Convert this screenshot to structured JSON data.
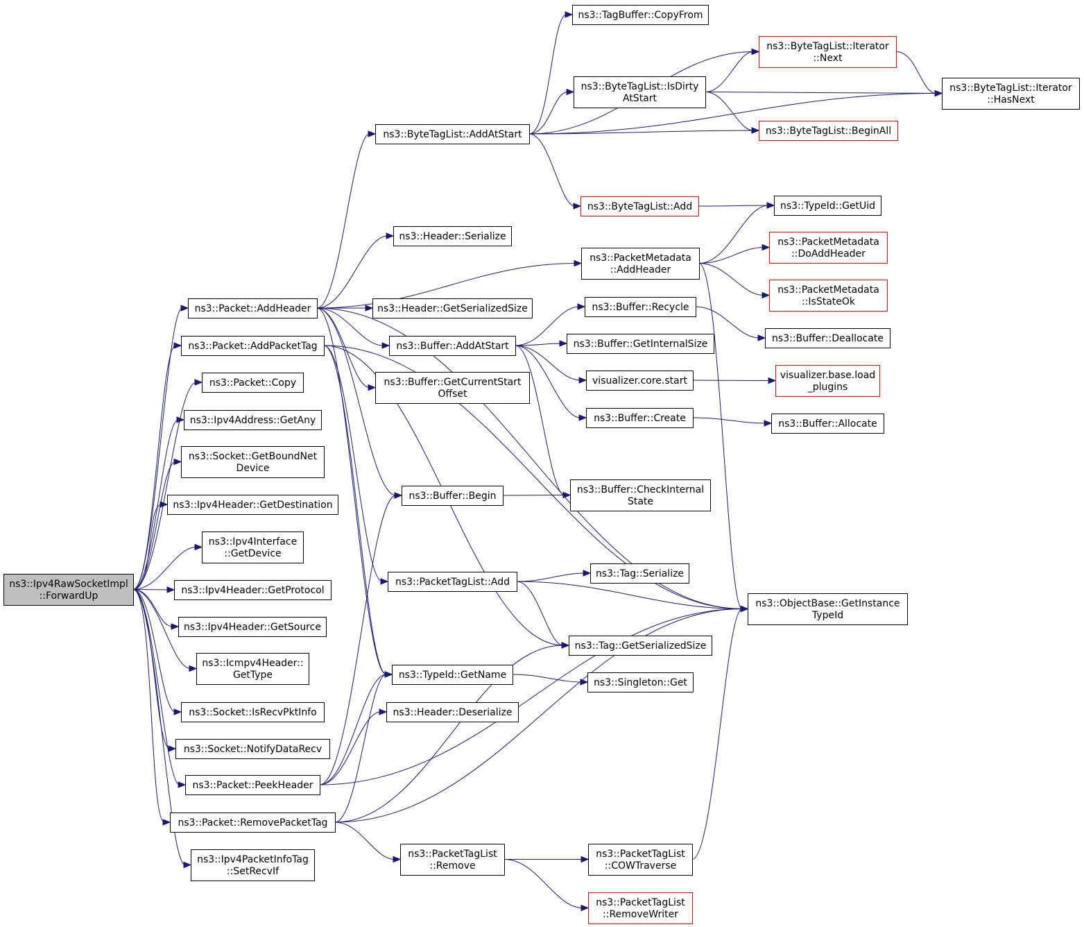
{
  "colors": {
    "edge": "#191970",
    "node_border": "#000000",
    "truncated_node_border": "#ff0000",
    "root_fill": "#bfbfbf",
    "node_fill": "#ffffff"
  },
  "nodes": [
    {
      "id": "root",
      "lines": [
        "ns3::Ipv4RawSocketImpl",
        "::ForwardUp"
      ],
      "root": true
    },
    {
      "id": "p_addheader",
      "lines": [
        "ns3::Packet::AddHeader"
      ]
    },
    {
      "id": "p_addpackettag",
      "lines": [
        "ns3::Packet::AddPacketTag"
      ]
    },
    {
      "id": "p_copy",
      "lines": [
        "ns3::Packet::Copy"
      ]
    },
    {
      "id": "ipv4addr_getany",
      "lines": [
        "ns3::Ipv4Address::GetAny"
      ]
    },
    {
      "id": "socket_getbound",
      "lines": [
        "ns3::Socket::GetBoundNet",
        "Device"
      ]
    },
    {
      "id": "ipv4h_getdest",
      "lines": [
        "ns3::Ipv4Header::GetDestination"
      ]
    },
    {
      "id": "ipv4if_getdevice",
      "lines": [
        "ns3::Ipv4Interface",
        "::GetDevice"
      ]
    },
    {
      "id": "ipv4h_getproto",
      "lines": [
        "ns3::Ipv4Header::GetProtocol"
      ]
    },
    {
      "id": "ipv4h_getsource",
      "lines": [
        "ns3::Ipv4Header::GetSource"
      ]
    },
    {
      "id": "icmp_gettype",
      "lines": [
        "ns3::Icmpv4Header::",
        "GetType"
      ]
    },
    {
      "id": "socket_isrecv",
      "lines": [
        "ns3::Socket::IsRecvPktInfo"
      ]
    },
    {
      "id": "socket_notify",
      "lines": [
        "ns3::Socket::NotifyDataRecv"
      ]
    },
    {
      "id": "p_peekheader",
      "lines": [
        "ns3::Packet::PeekHeader"
      ]
    },
    {
      "id": "p_removepackettag",
      "lines": [
        "ns3::Packet::RemovePacketTag"
      ]
    },
    {
      "id": "ipv4pi_setrecvif",
      "lines": [
        "ns3::Ipv4PacketInfoTag",
        "::SetRecvIf"
      ]
    },
    {
      "id": "btl_addatstart",
      "lines": [
        "ns3::ByteTagList::AddAtStart"
      ]
    },
    {
      "id": "h_serialize",
      "lines": [
        "ns3::Header::Serialize"
      ]
    },
    {
      "id": "h_getsersize",
      "lines": [
        "ns3::Header::GetSerializedSize"
      ]
    },
    {
      "id": "b_addatstart",
      "lines": [
        "ns3::Buffer::AddAtStart"
      ]
    },
    {
      "id": "b_getcurstart",
      "lines": [
        "ns3::Buffer::GetCurrentStart",
        "Offset"
      ]
    },
    {
      "id": "b_begin",
      "lines": [
        "ns3::Buffer::Begin"
      ]
    },
    {
      "id": "ptl_add",
      "lines": [
        "ns3::PacketTagList::Add"
      ]
    },
    {
      "id": "tid_getname",
      "lines": [
        "ns3::TypeId::GetName"
      ]
    },
    {
      "id": "h_deserialize",
      "lines": [
        "ns3::Header::Deserialize"
      ]
    },
    {
      "id": "ptl_remove",
      "lines": [
        "ns3::PacketTagList",
        "::Remove"
      ]
    },
    {
      "id": "tb_copyfrom",
      "lines": [
        "ns3::TagBuffer::CopyFrom"
      ]
    },
    {
      "id": "btl_isdirty",
      "lines": [
        "ns3::ByteTagList::IsDirty",
        "AtStart"
      ]
    },
    {
      "id": "btl_add",
      "lines": [
        "ns3::ByteTagList::Add"
      ],
      "truncated": true
    },
    {
      "id": "pm_addheader",
      "lines": [
        "ns3::PacketMetadata",
        "::AddHeader"
      ]
    },
    {
      "id": "b_recycle",
      "lines": [
        "ns3::Buffer::Recycle"
      ]
    },
    {
      "id": "b_getinternalsize",
      "lines": [
        "ns3::Buffer::GetInternalSize"
      ]
    },
    {
      "id": "vis_core_start",
      "lines": [
        "visualizer.core.start"
      ]
    },
    {
      "id": "b_create",
      "lines": [
        "ns3::Buffer::Create"
      ]
    },
    {
      "id": "b_checkinternal",
      "lines": [
        "ns3::Buffer::CheckInternal",
        "State"
      ]
    },
    {
      "id": "tag_serialize",
      "lines": [
        "ns3::Tag::Serialize"
      ]
    },
    {
      "id": "tag_getsersize",
      "lines": [
        "ns3::Tag::GetSerializedSize"
      ]
    },
    {
      "id": "singleton_get",
      "lines": [
        "ns3::Singleton::Get"
      ]
    },
    {
      "id": "ptl_cowtraverse",
      "lines": [
        "ns3::PacketTagList",
        "::COWTraverse"
      ]
    },
    {
      "id": "ptl_removewriter",
      "lines": [
        "ns3::PacketTagList",
        "::RemoveWriter"
      ],
      "truncated": true
    },
    {
      "id": "btli_next",
      "lines": [
        "ns3::ByteTagList::Iterator",
        "::Next"
      ],
      "truncated": true
    },
    {
      "id": "btl_beginall",
      "lines": [
        "ns3::ByteTagList::BeginAll"
      ],
      "truncated": true
    },
    {
      "id": "tid_getuid",
      "lines": [
        "ns3::TypeId::GetUid"
      ]
    },
    {
      "id": "pm_doaddheader",
      "lines": [
        "ns3::PacketMetadata",
        "::DoAddHeader"
      ],
      "truncated": true
    },
    {
      "id": "pm_isstateok",
      "lines": [
        "ns3::PacketMetadata",
        "::IsStateOk"
      ],
      "truncated": true
    },
    {
      "id": "b_deallocate",
      "lines": [
        "ns3::Buffer::Deallocate"
      ]
    },
    {
      "id": "vis_base_load",
      "lines": [
        "visualizer.base.load",
        "_plugins"
      ],
      "truncated": true
    },
    {
      "id": "b_allocate",
      "lines": [
        "ns3::Buffer::Allocate"
      ]
    },
    {
      "id": "ob_getinstance",
      "lines": [
        "ns3::ObjectBase::GetInstance",
        "TypeId"
      ]
    },
    {
      "id": "btli_hasnext",
      "lines": [
        "ns3::ByteTagList::Iterator",
        "::HasNext"
      ]
    }
  ],
  "edges": [
    [
      "root",
      "p_addheader"
    ],
    [
      "root",
      "p_addpackettag"
    ],
    [
      "root",
      "p_copy"
    ],
    [
      "root",
      "ipv4addr_getany"
    ],
    [
      "root",
      "socket_getbound"
    ],
    [
      "root",
      "ipv4h_getdest"
    ],
    [
      "root",
      "ipv4if_getdevice"
    ],
    [
      "root",
      "ipv4h_getproto"
    ],
    [
      "root",
      "ipv4h_getsource"
    ],
    [
      "root",
      "icmp_gettype"
    ],
    [
      "root",
      "socket_isrecv"
    ],
    [
      "root",
      "socket_notify"
    ],
    [
      "root",
      "p_peekheader"
    ],
    [
      "root",
      "p_removepackettag"
    ],
    [
      "root",
      "ipv4pi_setrecvif"
    ],
    [
      "p_addheader",
      "btl_addatstart"
    ],
    [
      "p_addheader",
      "h_serialize"
    ],
    [
      "p_addheader",
      "pm_addheader"
    ],
    [
      "p_addheader",
      "h_getsersize"
    ],
    [
      "p_addheader",
      "b_addatstart"
    ],
    [
      "p_addheader",
      "b_getcurstart"
    ],
    [
      "p_addheader",
      "b_begin"
    ],
    [
      "p_addheader",
      "tid_getname"
    ],
    [
      "p_addheader",
      "ob_getinstance"
    ],
    [
      "p_addpackettag",
      "ptl_add"
    ],
    [
      "p_addpackettag",
      "tid_getname"
    ],
    [
      "p_addpackettag",
      "tag_getsersize"
    ],
    [
      "p_addpackettag",
      "ob_getinstance"
    ],
    [
      "p_peekheader",
      "tid_getname"
    ],
    [
      "p_peekheader",
      "h_deserialize"
    ],
    [
      "p_peekheader",
      "b_begin"
    ],
    [
      "p_peekheader",
      "ob_getinstance"
    ],
    [
      "p_removepackettag",
      "tid_getname"
    ],
    [
      "p_removepackettag",
      "tag_getsersize"
    ],
    [
      "p_removepackettag",
      "ptl_remove"
    ],
    [
      "p_removepackettag",
      "ob_getinstance"
    ],
    [
      "btl_addatstart",
      "tb_copyfrom"
    ],
    [
      "btl_addatstart",
      "btli_next"
    ],
    [
      "btl_addatstart",
      "btl_isdirty"
    ],
    [
      "btl_addatstart",
      "btl_beginall"
    ],
    [
      "btl_addatstart",
      "btli_hasnext"
    ],
    [
      "btl_addatstart",
      "btl_add"
    ],
    [
      "btl_isdirty",
      "btli_next"
    ],
    [
      "btl_isdirty",
      "btli_hasnext"
    ],
    [
      "btl_isdirty",
      "btl_beginall"
    ],
    [
      "btli_next",
      "btli_hasnext"
    ],
    [
      "btl_add",
      "tid_getuid"
    ],
    [
      "pm_addheader",
      "tid_getuid"
    ],
    [
      "pm_addheader",
      "pm_doaddheader"
    ],
    [
      "pm_addheader",
      "pm_isstateok"
    ],
    [
      "pm_addheader",
      "ob_getinstance"
    ],
    [
      "b_addatstart",
      "b_recycle"
    ],
    [
      "b_addatstart",
      "b_getinternalsize"
    ],
    [
      "b_addatstart",
      "vis_core_start"
    ],
    [
      "b_addatstart",
      "b_create"
    ],
    [
      "b_addatstart",
      "b_checkinternal"
    ],
    [
      "b_recycle",
      "b_deallocate"
    ],
    [
      "vis_core_start",
      "vis_base_load"
    ],
    [
      "b_create",
      "b_allocate"
    ],
    [
      "b_begin",
      "b_checkinternal"
    ],
    [
      "ptl_add",
      "tag_serialize"
    ],
    [
      "ptl_add",
      "ob_getinstance"
    ],
    [
      "ptl_add",
      "tag_getsersize"
    ],
    [
      "tid_getname",
      "singleton_get"
    ],
    [
      "ptl_remove",
      "ptl_cowtraverse"
    ],
    [
      "ptl_remove",
      "ptl_removewriter"
    ],
    [
      "ptl_cowtraverse",
      "ob_getinstance"
    ]
  ]
}
